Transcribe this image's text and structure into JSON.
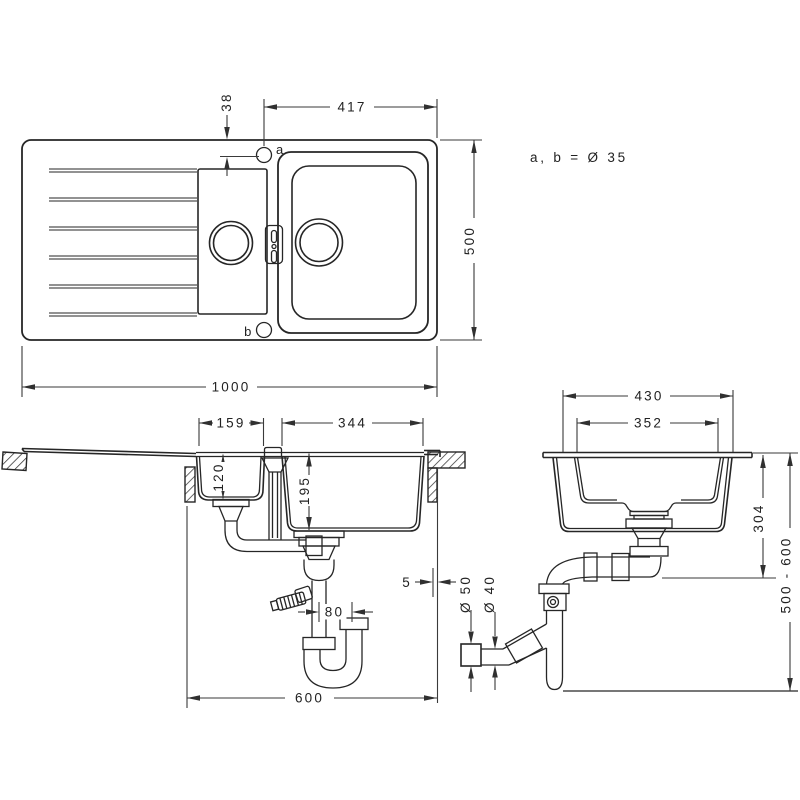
{
  "title": "Sink installation dimensional drawing",
  "note": "a, b = Ø 35",
  "top_view": {
    "width": "1000",
    "depth": "500",
    "tap_to_edge": "417",
    "tap_offset": "38",
    "hole_a": "a",
    "hole_b": "b"
  },
  "front_view": {
    "half_bowl_width": "159",
    "main_bowl_width": "344",
    "half_bowl_depth": "120",
    "main_bowl_depth": "195",
    "overhang_gap": "5",
    "trap_offset": "80",
    "cabinet_width": "600"
  },
  "side_view": {
    "bowl_outer": "430",
    "bowl_inner": "352",
    "install_depth": "304",
    "worktop_height": "500 - 600",
    "outlet_diameter": "Ø 50",
    "pipe_diameter": "Ø 40"
  }
}
